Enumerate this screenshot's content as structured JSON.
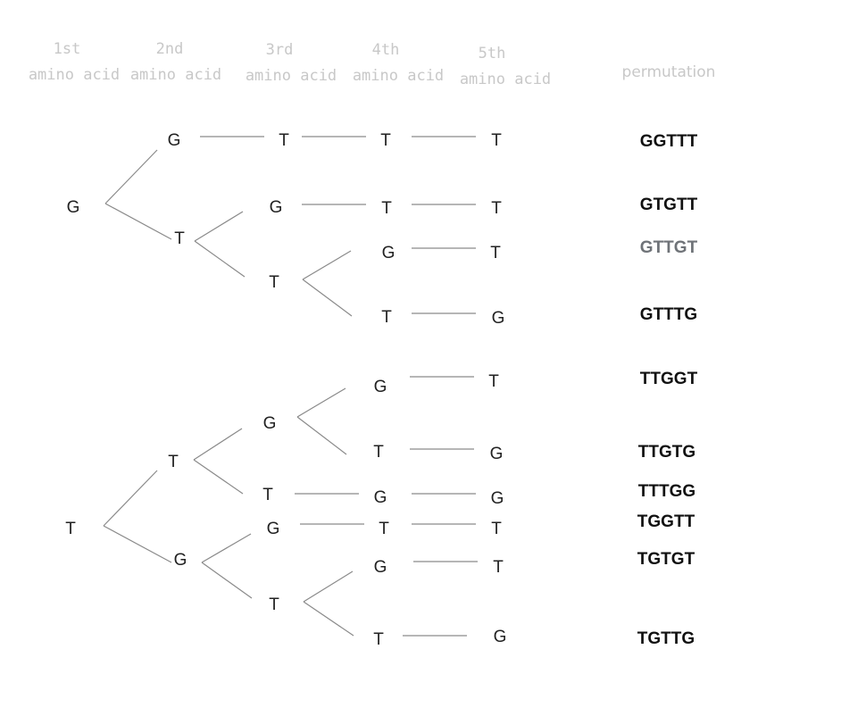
{
  "headers": [
    {
      "line1": "1st",
      "line2": "amino acid"
    },
    {
      "line1": "2nd",
      "line2": "amino acid"
    },
    {
      "line1": "3rd",
      "line2": "amino acid"
    },
    {
      "line1": "4th",
      "line2": "amino acid"
    },
    {
      "line1": "5th",
      "line2": "amino acid"
    }
  ],
  "permutation_header": "permutation",
  "nodes": {
    "g1": "G",
    "g1_2g": "G",
    "g1_2g_3": "T",
    "g1_2g_4": "T",
    "g1_2g_5": "T",
    "g1_2t": "T",
    "g1_2t_3g": "G",
    "g1_2t_3g_4": "T",
    "g1_2t_3g_5": "T",
    "g1_2t_3t": "T",
    "g1_2t_3t_4g": "G",
    "g1_2t_3t_4g_5": "T",
    "g1_2t_3t_4t": "T",
    "g1_2t_3t_4t_5": "G",
    "t1": "T",
    "t1_2t": "T",
    "t1_2t_3g": "G",
    "t1_2t_3g_4g": "G",
    "t1_2t_3g_4g_5": "T",
    "t1_2t_3g_4t": "T",
    "t1_2t_3g_4t_5": "G",
    "t1_2t_3t": "T",
    "t1_2t_3t_4": "G",
    "t1_2t_3t_5": "G",
    "t1_2g": "G",
    "t1_2g_3g": "G",
    "t1_2g_3g_4": "T",
    "t1_2g_3g_5": "T",
    "t1_2g_3t": "T",
    "t1_2g_3t_4g": "G",
    "t1_2g_3t_4g_5": "T",
    "t1_2g_3t_4t": "T",
    "t1_2g_3t_4t_5": "G"
  },
  "permutations": [
    "GGTTT",
    "GTGTT",
    "GTTGT",
    "GTTTG",
    "TTGGT",
    "TTGTG",
    "TTTGG",
    "TGGTT",
    "TGTGT",
    "TGTTG"
  ]
}
